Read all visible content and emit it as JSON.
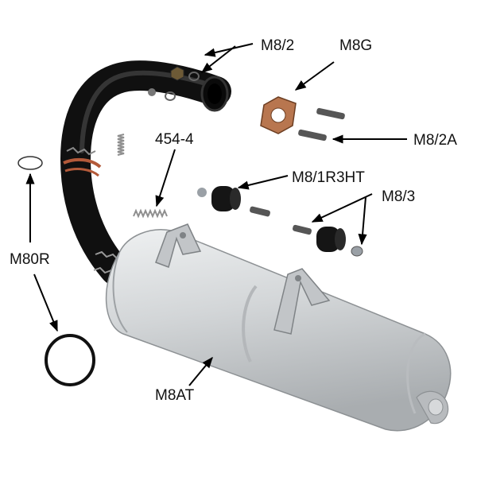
{
  "labels": {
    "m8_2": "M8/2",
    "m8g": "M8G",
    "m8_2a": "M8/2A",
    "spring_454_4": "454-4",
    "m8_1r3ht": "M8/1R3HT",
    "m8_3": "M8/3",
    "m80r": "M80R",
    "m8at": "M8AT"
  },
  "colors": {
    "pipe": "#1c1c1c",
    "muffler": "#c9ccce",
    "gasket": "#b8764f",
    "rubber": "#141414",
    "arrow": "#000000"
  }
}
